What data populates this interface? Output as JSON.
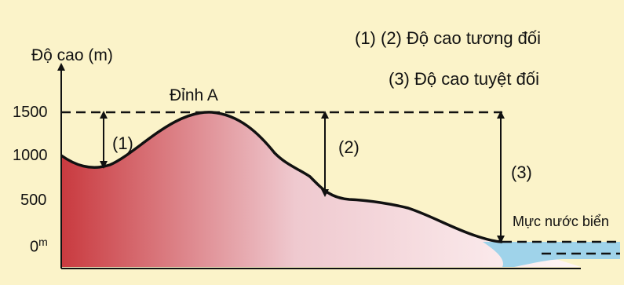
{
  "legend": {
    "relative": "(1) (2) Độ cao tương đối",
    "absolute": "(3) Độ cao tuyệt đối"
  },
  "axis": {
    "title": "Độ cao (m)",
    "ticks": [
      "1500",
      "1000",
      "500",
      "0"
    ],
    "zero_unit": "m"
  },
  "peak_label": "Đỉnh A",
  "markers": {
    "m1": "(1)",
    "m2": "(2)",
    "m3": "(3)"
  },
  "sea_level_label": "Mực nước biển",
  "colors": {
    "background": "#fbf3c9",
    "terrain_dark": "#c93a3f",
    "terrain_light": "#fff6f6",
    "sea": "#9fd3ea",
    "line": "#111111"
  }
}
